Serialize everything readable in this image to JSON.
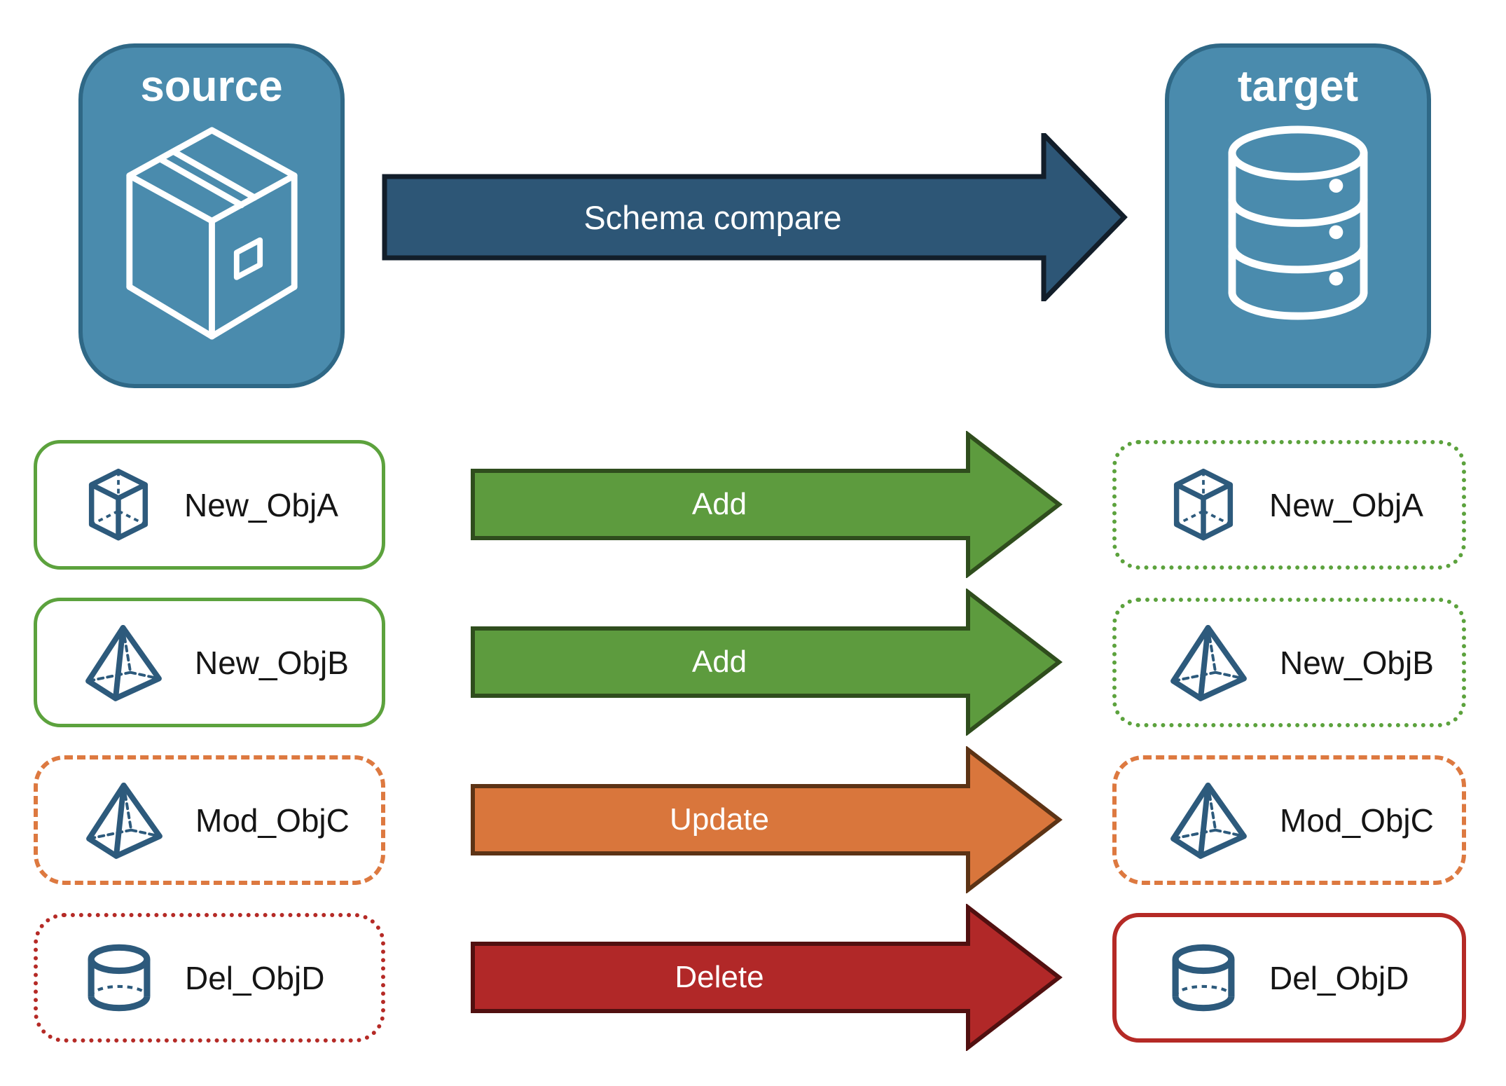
{
  "header": {
    "source_label": "source",
    "target_label": "target",
    "compare_arrow_label": "Schema compare"
  },
  "rows": [
    {
      "object_name": "New_ObjA",
      "action": "Add",
      "icon": "cube-icon",
      "source_border": "solid-green",
      "target_border": "dotted-green"
    },
    {
      "object_name": "New_ObjB",
      "action": "Add",
      "icon": "pyramid-icon",
      "source_border": "solid-green",
      "target_border": "dotted-green"
    },
    {
      "object_name": "Mod_ObjC",
      "action": "Update",
      "icon": "pyramid-icon",
      "source_border": "dashed-orange",
      "target_border": "dashed-orange"
    },
    {
      "object_name": "Del_ObjD",
      "action": "Delete",
      "icon": "cylinder-icon",
      "source_border": "dotted-red",
      "target_border": "solid-red"
    }
  ],
  "icons": {
    "source_icon": "package-icon",
    "target_icon": "database-icon"
  },
  "colors": {
    "box-blue": "#4a8bad",
    "box-border": "#2f6886",
    "icon-blue": "#2d5a7c",
    "navy-fill": "#2d5676",
    "navy-border": "#121e2a",
    "green-fill": "#5d9b3e",
    "green-border": "#2f4d1d",
    "green-card": "#5ca23d",
    "orange-fill": "#d9763c",
    "orange-border": "#5c3315",
    "orange-card": "#dd7940",
    "red-fill": "#b12828",
    "red-border": "#511010",
    "red-card": "#b52a26",
    "label-text": "#151515",
    "arrow-text": "#ffffff"
  }
}
